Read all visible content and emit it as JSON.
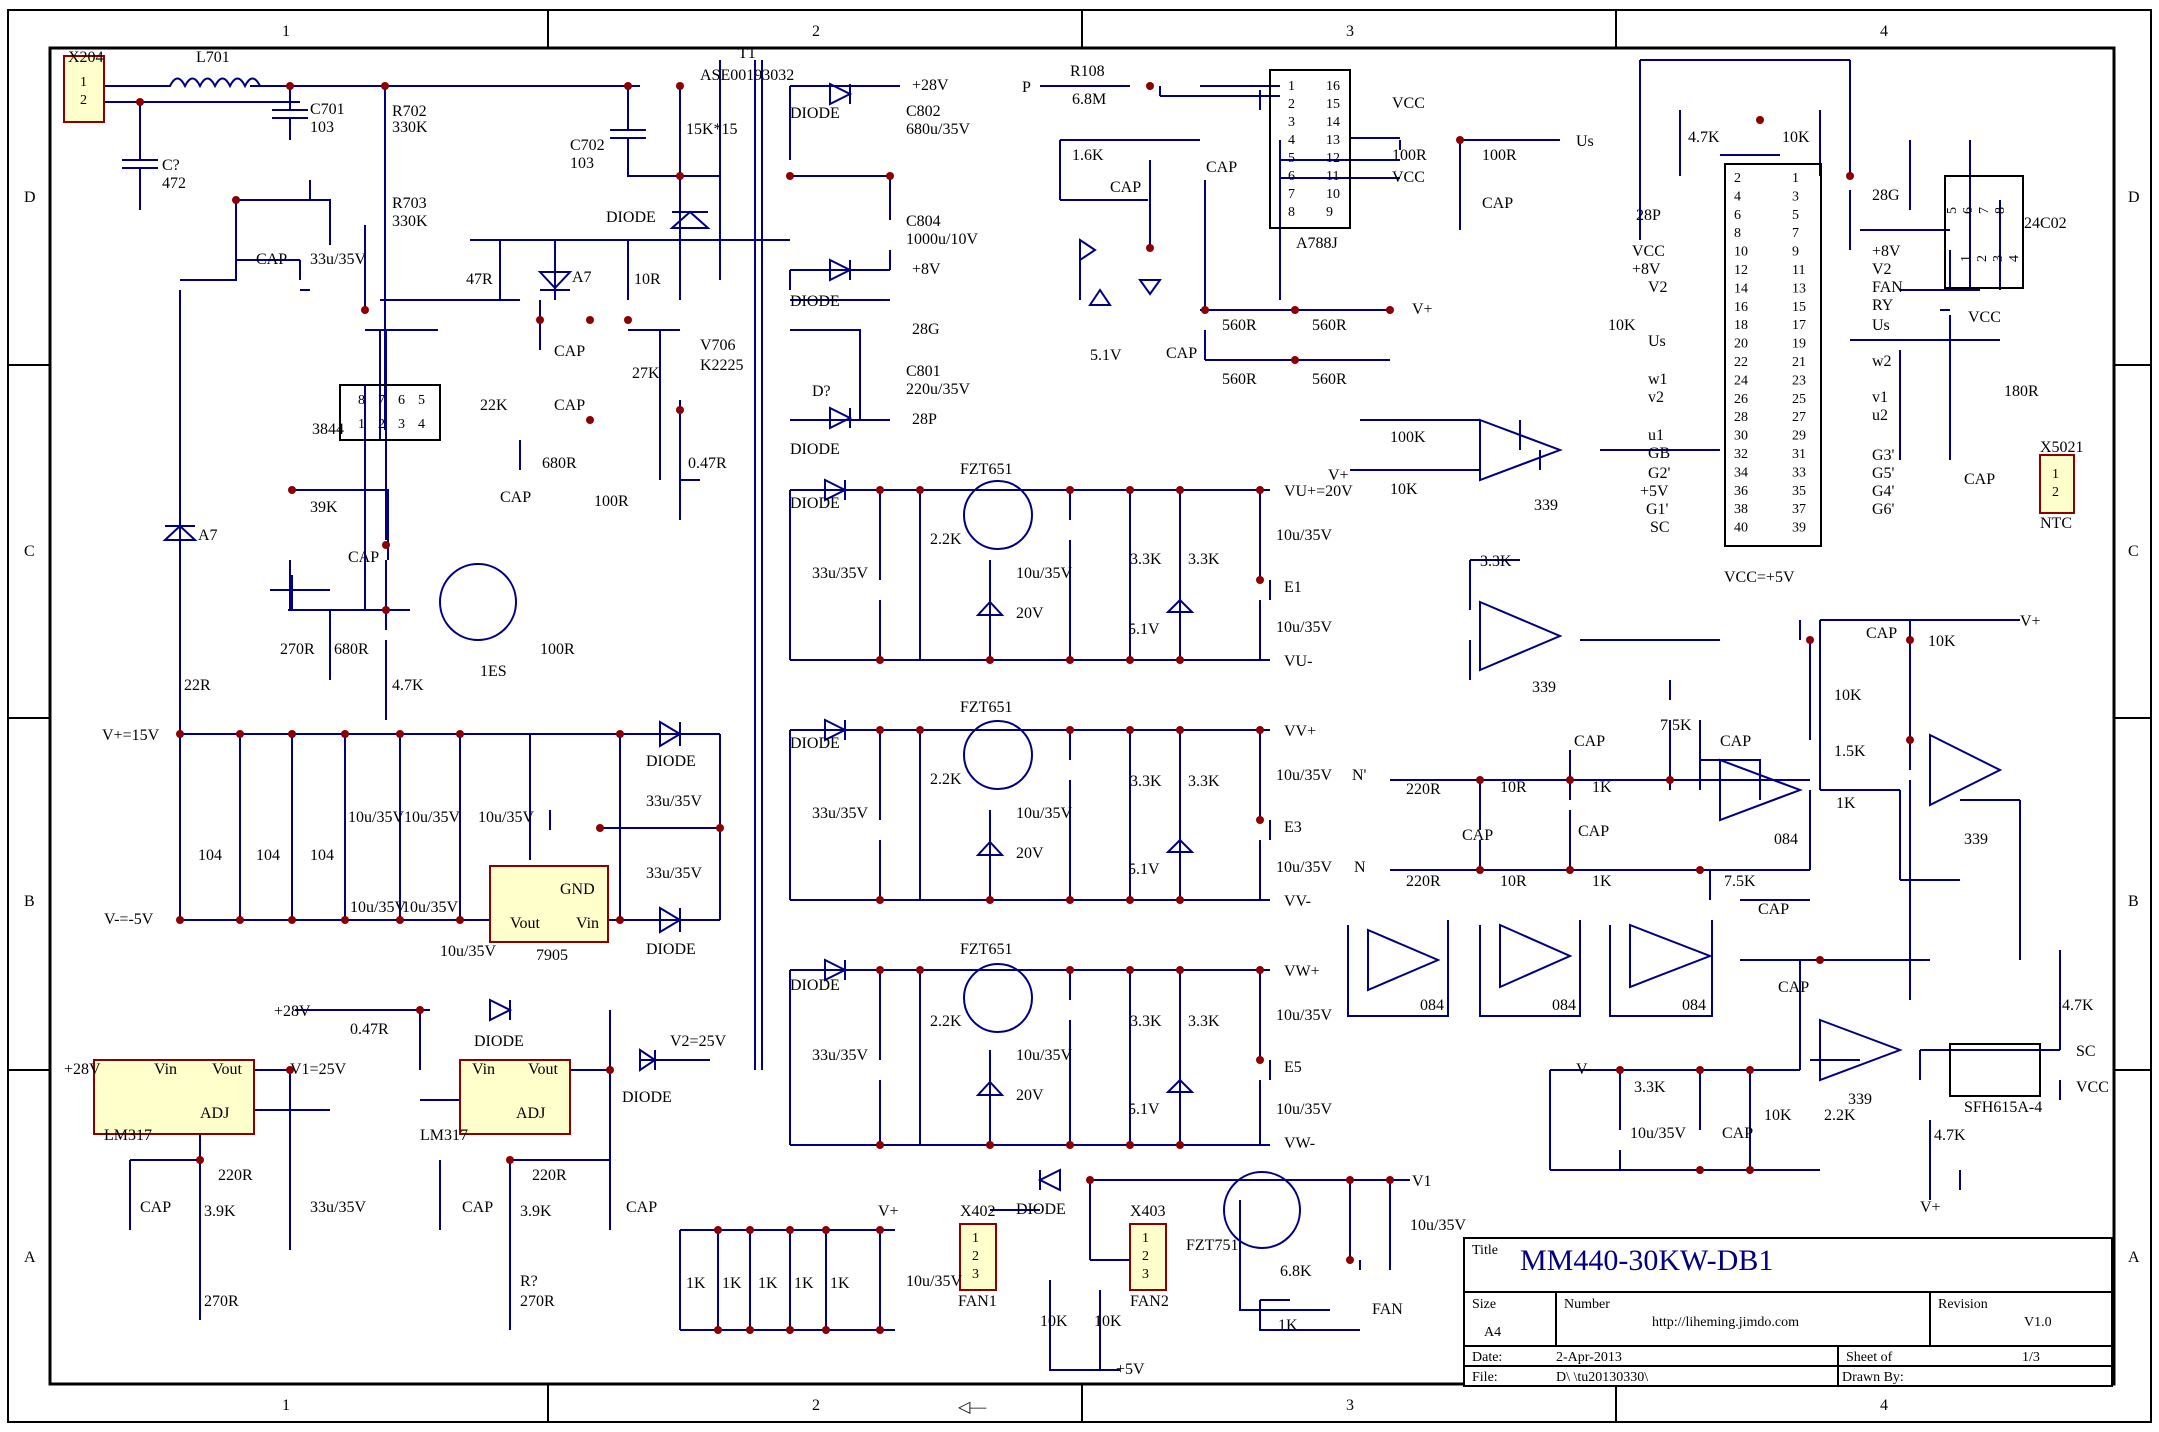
{
  "border": {
    "columns": [
      "1",
      "2",
      "3",
      "4"
    ],
    "rows": [
      "D",
      "C",
      "B",
      "A"
    ]
  },
  "title_block": {
    "title_label": "Title",
    "title": "MM440-30KW-DB1",
    "size_label": "Size",
    "size": "A4",
    "number_label": "Number",
    "number": "http://liheming.jimdo.com",
    "revision_label": "Revision",
    "revision": "V1.0",
    "date_label": "Date:",
    "date": "2-Apr-2013",
    "sheet_label": "Sheet    of",
    "sheet": "1/3",
    "file_label": "File:",
    "file": "D\\          \\tu20130330\\",
    "drawn_label": "Drawn By:"
  },
  "labels": [
    {
      "id": "x204",
      "t": "X204"
    },
    {
      "id": "l701",
      "t": "L701"
    },
    {
      "id": "c701",
      "t": "C701"
    },
    {
      "id": "c701v",
      "t": "103"
    },
    {
      "id": "cq",
      "t": "C?"
    },
    {
      "id": "cqv",
      "t": "472"
    },
    {
      "id": "r702",
      "t": "R702"
    },
    {
      "id": "r702v",
      "t": "330K"
    },
    {
      "id": "r703",
      "t": "R703"
    },
    {
      "id": "r703v",
      "t": "330K"
    },
    {
      "id": "t1",
      "t": "T1"
    },
    {
      "id": "t1p",
      "t": "ASE00193032"
    },
    {
      "id": "c702",
      "t": "C702"
    },
    {
      "id": "c702v",
      "t": "103"
    },
    {
      "id": "r15k",
      "t": "15K*15"
    },
    {
      "id": "diode1",
      "t": "DIODE"
    },
    {
      "id": "cap1",
      "t": "CAP"
    },
    {
      "id": "c33a",
      "t": "33u/35V"
    },
    {
      "id": "r47",
      "t": "47R"
    },
    {
      "id": "a7a",
      "t": "A7"
    },
    {
      "id": "r10",
      "t": "10R"
    },
    {
      "id": "v706",
      "t": "V706"
    },
    {
      "id": "k2225",
      "t": "K2225"
    },
    {
      "id": "cap2",
      "t": "CAP"
    },
    {
      "id": "r27k",
      "t": "27K"
    },
    {
      "id": "cap3",
      "t": "CAP"
    },
    {
      "id": "r22k",
      "t": "22K"
    },
    {
      "id": "u3844",
      "t": "3844"
    },
    {
      "id": "r680a",
      "t": "680R"
    },
    {
      "id": "r047",
      "t": "0.47R"
    },
    {
      "id": "r39k",
      "t": "39K"
    },
    {
      "id": "cap4",
      "t": "CAP"
    },
    {
      "id": "r100a",
      "t": "100R"
    },
    {
      "id": "cap5",
      "t": "CAP"
    },
    {
      "id": "a7b",
      "t": "A7"
    },
    {
      "id": "r270a",
      "t": "270R"
    },
    {
      "id": "r680b",
      "t": "680R"
    },
    {
      "id": "r100b",
      "t": "100R"
    },
    {
      "id": "q1es",
      "t": "1ES"
    },
    {
      "id": "r22",
      "t": "22R"
    },
    {
      "id": "r47k",
      "t": "4.7K"
    },
    {
      "id": "vp15",
      "t": "V+=15V"
    },
    {
      "id": "vm5",
      "t": "V-=-5V"
    },
    {
      "id": "c104a",
      "t": "104"
    },
    {
      "id": "c104b",
      "t": "104"
    },
    {
      "id": "c104c",
      "t": "104"
    },
    {
      "id": "c10a",
      "t": "10u/35V"
    },
    {
      "id": "c10b",
      "t": "10u/35V"
    },
    {
      "id": "c10c",
      "t": "10u/35V"
    },
    {
      "id": "c10d",
      "t": "10u/35V"
    },
    {
      "id": "c10e",
      "t": "10u/35V"
    },
    {
      "id": "c10f",
      "t": "10u/35V"
    },
    {
      "id": "c33b",
      "t": "33u/35V"
    },
    {
      "id": "c33c",
      "t": "33u/35V"
    },
    {
      "id": "diode2",
      "t": "DIODE"
    },
    {
      "id": "diode3",
      "t": "DIODE"
    },
    {
      "id": "u7905",
      "t": "7905"
    },
    {
      "id": "gnd",
      "t": "GND"
    },
    {
      "id": "vout1",
      "t": "Vout"
    },
    {
      "id": "vin1",
      "t": "Vin"
    },
    {
      "id": "p28v",
      "t": "+28V"
    },
    {
      "id": "c802",
      "t": "C802"
    },
    {
      "id": "c802v",
      "t": "680u/35V"
    },
    {
      "id": "diode4",
      "t": "DIODE"
    },
    {
      "id": "c804",
      "t": "C804"
    },
    {
      "id": "c804v",
      "t": "1000u/10V"
    },
    {
      "id": "diode5",
      "t": "DIODE"
    },
    {
      "id": "p8v",
      "t": "+8V"
    },
    {
      "id": "n28g",
      "t": "28G"
    },
    {
      "id": "c801",
      "t": "C801"
    },
    {
      "id": "c801v",
      "t": "220u/35V"
    },
    {
      "id": "dq",
      "t": "D?"
    },
    {
      "id": "diode6",
      "t": "DIODE"
    },
    {
      "id": "n28p",
      "t": "28P"
    },
    {
      "id": "fzt1",
      "t": "FZT651"
    },
    {
      "id": "fzt2",
      "t": "FZT651"
    },
    {
      "id": "fzt3",
      "t": "FZT651"
    },
    {
      "id": "vu20",
      "t": "VU+=20V"
    },
    {
      "id": "e1",
      "t": "E1"
    },
    {
      "id": "vum",
      "t": "VU-"
    },
    {
      "id": "vvp",
      "t": "VV+"
    },
    {
      "id": "e3",
      "t": "E3"
    },
    {
      "id": "vvm",
      "t": "VV-"
    },
    {
      "id": "vwp",
      "t": "VW+"
    },
    {
      "id": "e5",
      "t": "E5"
    },
    {
      "id": "vwm",
      "t": "VW-"
    },
    {
      "id": "p",
      "t": "P"
    },
    {
      "id": "r108",
      "t": "R108"
    },
    {
      "id": "r68m",
      "t": "6.8M"
    },
    {
      "id": "a788j",
      "t": "A788J"
    },
    {
      "id": "r16k",
      "t": "1.6K"
    },
    {
      "id": "cap6",
      "t": "CAP"
    },
    {
      "id": "cap7",
      "t": "CAP"
    },
    {
      "id": "r100c",
      "t": "100R"
    },
    {
      "id": "r100d",
      "t": "100R"
    },
    {
      "id": "us1",
      "t": "Us"
    },
    {
      "id": "vcc1",
      "t": "VCC"
    },
    {
      "id": "vcc2",
      "t": "VCC"
    },
    {
      "id": "cap8",
      "t": "CAP"
    },
    {
      "id": "z51",
      "t": "5.1V"
    },
    {
      "id": "cap9",
      "t": "CAP"
    },
    {
      "id": "r560a",
      "t": "560R"
    },
    {
      "id": "r560b",
      "t": "560R"
    },
    {
      "id": "r560c",
      "t": "560R"
    },
    {
      "id": "r560d",
      "t": "560R"
    },
    {
      "id": "vplus1",
      "t": "V+"
    },
    {
      "id": "r100k",
      "t": "100K"
    },
    {
      "id": "r10ka",
      "t": "10K"
    },
    {
      "id": "vplus2",
      "t": "V+"
    },
    {
      "id": "op339a",
      "t": "339"
    },
    {
      "id": "r33k",
      "t": "3.3K"
    },
    {
      "id": "op339b",
      "t": "339"
    },
    {
      "id": "r47kc",
      "t": "4.7K"
    },
    {
      "id": "r10kc",
      "t": "10K"
    },
    {
      "id": "n28p2",
      "t": "28P"
    },
    {
      "id": "n28g2",
      "t": "28G"
    },
    {
      "id": "vcc3",
      "t": "VCC"
    },
    {
      "id": "p8v2",
      "t": "+8V"
    },
    {
      "id": "p8v3",
      "t": "+8V"
    },
    {
      "id": "v2a",
      "t": "V2"
    },
    {
      "id": "v2b",
      "t": "V2"
    },
    {
      "id": "fan1",
      "t": "FAN"
    },
    {
      "id": "ry",
      "t": "RY"
    },
    {
      "id": "us2",
      "t": "Us"
    },
    {
      "id": "us3",
      "t": "Us"
    },
    {
      "id": "r10kd",
      "t": "10K"
    },
    {
      "id": "w2",
      "t": "w2"
    },
    {
      "id": "w1",
      "t": "w1"
    },
    {
      "id": "v1a",
      "t": "v1"
    },
    {
      "id": "v2c",
      "t": "v2"
    },
    {
      "id": "u2",
      "t": "u2"
    },
    {
      "id": "u1",
      "t": "u1"
    },
    {
      "id": "gb",
      "t": "GB"
    },
    {
      "id": "g2",
      "t": "G2'"
    },
    {
      "id": "p5v",
      "t": "+5V"
    },
    {
      "id": "g1",
      "t": "G1'"
    },
    {
      "id": "sc",
      "t": "SC"
    },
    {
      "id": "g3",
      "t": "G3'"
    },
    {
      "id": "g5",
      "t": "G5'"
    },
    {
      "id": "g4",
      "t": "G4'"
    },
    {
      "id": "g6",
      "t": "G6'"
    },
    {
      "id": "vcc5v",
      "t": "VCC=+5V"
    },
    {
      "id": "r180",
      "t": "180R"
    },
    {
      "id": "x5021",
      "t": "X5021"
    },
    {
      "id": "cap10",
      "t": "CAP"
    },
    {
      "id": "ntc",
      "t": "NTC"
    },
    {
      "id": "e24c02",
      "t": "24C02"
    },
    {
      "id": "vcc4",
      "t": "VCC"
    },
    {
      "id": "cap11",
      "t": "CAP"
    },
    {
      "id": "r10ke",
      "t": "10K"
    },
    {
      "id": "vplus3",
      "t": "V+"
    },
    {
      "id": "r10kf",
      "t": "10K"
    },
    {
      "id": "r15k2",
      "t": "1.5K"
    },
    {
      "id": "r75ka",
      "t": "7.5K"
    },
    {
      "id": "cap12",
      "t": "CAP"
    },
    {
      "id": "cap13",
      "t": "CAP"
    },
    {
      "id": "nq",
      "t": "N'"
    },
    {
      "id": "r220a",
      "t": "220R"
    },
    {
      "id": "r10rb",
      "t": "10R"
    },
    {
      "id": "r1ka",
      "t": "1K"
    },
    {
      "id": "cap14",
      "t": "CAP"
    },
    {
      "id": "cap15",
      "t": "CAP"
    },
    {
      "id": "n",
      "t": "N"
    },
    {
      "id": "r220b",
      "t": "220R"
    },
    {
      "id": "r10rc",
      "t": "10R"
    },
    {
      "id": "r1kb",
      "t": "1K"
    },
    {
      "id": "r75kb",
      "t": "7.5K"
    },
    {
      "id": "cap16",
      "t": "CAP"
    },
    {
      "id": "op084a",
      "t": "084"
    },
    {
      "id": "r1kc",
      "t": "1K"
    },
    {
      "id": "op339c",
      "t": "339"
    },
    {
      "id": "op084b",
      "t": "084"
    },
    {
      "id": "op084c",
      "t": "084"
    },
    {
      "id": "op084d",
      "t": "084"
    },
    {
      "id": "cap17",
      "t": "CAP"
    },
    {
      "id": "vm",
      "t": "V-"
    },
    {
      "id": "r33kb",
      "t": "3.3K"
    },
    {
      "id": "c10g",
      "t": "10u/35V"
    },
    {
      "id": "cap18",
      "t": "CAP"
    },
    {
      "id": "r10kg",
      "t": "10K"
    },
    {
      "id": "r22kb",
      "t": "2.2K"
    },
    {
      "id": "op339d",
      "t": "339"
    },
    {
      "id": "sfh",
      "t": "SFH615A-4"
    },
    {
      "id": "r47kd",
      "t": "4.7K"
    },
    {
      "id": "r47ke",
      "t": "4.7K"
    },
    {
      "id": "sc2",
      "t": "SC"
    },
    {
      "id": "vcc6",
      "t": "VCC"
    },
    {
      "id": "vplus4",
      "t": "V+"
    },
    {
      "id": "p28v2",
      "t": "+28V"
    },
    {
      "id": "lm317a",
      "t": "LM317"
    },
    {
      "id": "v125",
      "t": "V1=25V"
    },
    {
      "id": "cap19",
      "t": "CAP"
    },
    {
      "id": "r220c",
      "t": "220R"
    },
    {
      "id": "r39ka",
      "t": "3.9K"
    },
    {
      "id": "c33d",
      "t": "33u/35V"
    },
    {
      "id": "r270b",
      "t": "270R"
    },
    {
      "id": "p28v3",
      "t": "+28V"
    },
    {
      "id": "r047b",
      "t": "0.47R"
    },
    {
      "id": "diode7",
      "t": "DIODE"
    },
    {
      "id": "lm317b",
      "t": "LM317"
    },
    {
      "id": "v225",
      "t": "V2=25V"
    },
    {
      "id": "diode8",
      "t": "DIODE"
    },
    {
      "id": "cap20",
      "t": "CAP"
    },
    {
      "id": "r220d",
      "t": "220R"
    },
    {
      "id": "r39kb",
      "t": "3.9K"
    },
    {
      "id": "cap21",
      "t": "CAP"
    },
    {
      "id": "rq",
      "t": "R?"
    },
    {
      "id": "r270c",
      "t": "270R"
    },
    {
      "id": "vin2",
      "t": "Vin"
    },
    {
      "id": "vout2",
      "t": "Vout"
    },
    {
      "id": "adj1",
      "t": "ADJ"
    },
    {
      "id": "vin3",
      "t": "Vin"
    },
    {
      "id": "vout3",
      "t": "Vout"
    },
    {
      "id": "adj2",
      "t": "ADJ"
    },
    {
      "id": "vplus5",
      "t": "V+"
    },
    {
      "id": "r1k1",
      "t": "1K"
    },
    {
      "id": "r1k2",
      "t": "1K"
    },
    {
      "id": "r1k3",
      "t": "1K"
    },
    {
      "id": "r1k4",
      "t": "1K"
    },
    {
      "id": "r1k5",
      "t": "1K"
    },
    {
      "id": "c10h",
      "t": "10u/35V"
    },
    {
      "id": "x402",
      "t": "X402"
    },
    {
      "id": "fan1b",
      "t": "FAN1"
    },
    {
      "id": "x403",
      "t": "X403"
    },
    {
      "id": "fan2",
      "t": "FAN2"
    },
    {
      "id": "r10kh",
      "t": "10K"
    },
    {
      "id": "r10ki",
      "t": "10K"
    },
    {
      "id": "p5v2",
      "t": "+5V"
    },
    {
      "id": "diode9",
      "t": "DIODE"
    },
    {
      "id": "fzt751",
      "t": "FZT751"
    },
    {
      "id": "v1b",
      "t": "V1"
    },
    {
      "id": "c10i",
      "t": "10u/35V"
    },
    {
      "id": "r68k",
      "t": "6.8K"
    },
    {
      "id": "r1k6",
      "t": "1K"
    },
    {
      "id": "fan3",
      "t": "FAN"
    },
    {
      "id": "c22",
      "t": "2.2K"
    },
    {
      "id": "c22b",
      "t": "2.2K"
    },
    {
      "id": "c22c",
      "t": "2.2K"
    },
    {
      "id": "z20a",
      "t": "20V"
    },
    {
      "id": "z20b",
      "t": "20V"
    },
    {
      "id": "z20c",
      "t": "20V"
    },
    {
      "id": "r33a",
      "t": "3.3K"
    },
    {
      "id": "r33b",
      "t": "3.3K"
    },
    {
      "id": "r33c",
      "t": "3.3K"
    },
    {
      "id": "r33d",
      "t": "3.3K"
    },
    {
      "id": "r33e",
      "t": "3.3K"
    },
    {
      "id": "r33f",
      "t": "3.3K"
    },
    {
      "id": "z51a",
      "t": "5.1V"
    },
    {
      "id": "z51b",
      "t": "5.1V"
    },
    {
      "id": "z51c",
      "t": "5.1V"
    },
    {
      "id": "c33u1",
      "t": "33u/35V"
    },
    {
      "id": "c33u2",
      "t": "33u/35V"
    },
    {
      "id": "c33u3",
      "t": "33u/35V"
    },
    {
      "id": "c10u1",
      "t": "10u/35V"
    },
    {
      "id": "c10u2",
      "t": "10u/35V"
    },
    {
      "id": "c10u3",
      "t": "10u/35V"
    },
    {
      "id": "c10u4",
      "t": "10u/35V"
    },
    {
      "id": "c10u5",
      "t": "10u/35V"
    },
    {
      "id": "c10u6",
      "t": "10u/35V"
    },
    {
      "id": "c10u7",
      "t": "10u/35V"
    },
    {
      "id": "c10u8",
      "t": "10u/35V"
    },
    {
      "id": "c10u9",
      "t": "10u/35V"
    },
    {
      "id": "d1",
      "t": "DIODE"
    },
    {
      "id": "d2",
      "t": "DIODE"
    },
    {
      "id": "d3",
      "t": "DIODE"
    }
  ],
  "pins": {
    "a788j_left": [
      "1",
      "2",
      "3",
      "4",
      "5",
      "6",
      "7",
      "8"
    ],
    "a788j_right": [
      "16",
      "15",
      "14",
      "13",
      "12",
      "11",
      "10",
      "9"
    ],
    "conn40_left": [
      "2",
      "4",
      "6",
      "8",
      "10",
      "12",
      "14",
      "16",
      "18",
      "20",
      "22",
      "24",
      "26",
      "28",
      "30",
      "32",
      "34",
      "36",
      "38",
      "40"
    ],
    "conn40_right": [
      "1",
      "3",
      "5",
      "7",
      "9",
      "11",
      "13",
      "15",
      "17",
      "19",
      "21",
      "23",
      "25",
      "27",
      "29",
      "31",
      "33",
      "35",
      "37",
      "39"
    ],
    "u3844_top": [
      "8",
      "7",
      "6",
      "5"
    ],
    "u3844_bot": [
      "1",
      "2",
      "3",
      "4"
    ],
    "e24c02_top": [
      "8",
      "7",
      "6",
      "5"
    ],
    "e24c02_bot": [
      "1",
      "2",
      "3",
      "4"
    ],
    "x204": [
      "1",
      "2"
    ],
    "x5021": [
      "1",
      "2"
    ],
    "x402": [
      "1",
      "2",
      "3"
    ],
    "x403": [
      "1",
      "2",
      "3"
    ]
  }
}
